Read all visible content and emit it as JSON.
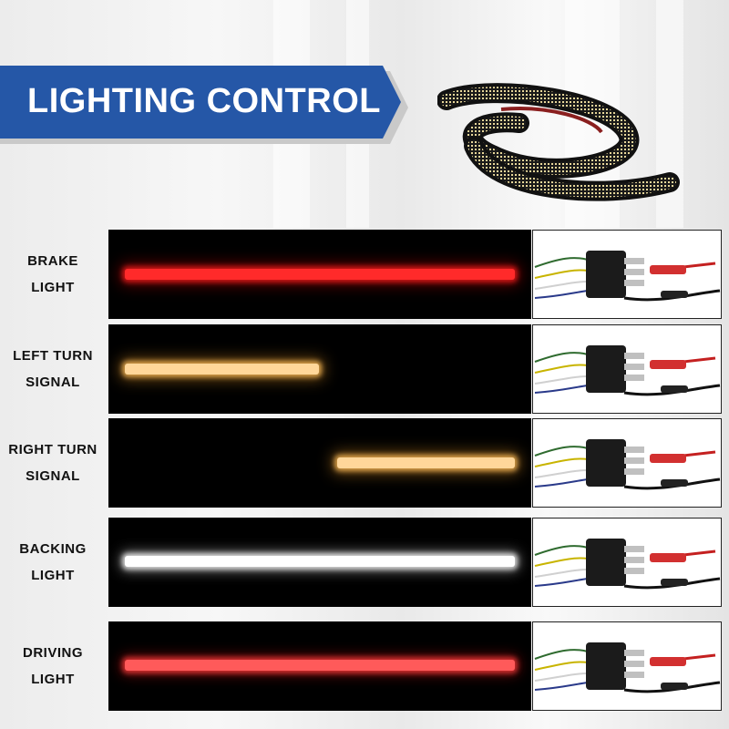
{
  "banner": {
    "title": "LIGHTING CONTROL"
  },
  "colors": {
    "banner": "#2557a7",
    "brake": "#ff2a2a",
    "turn": "#ffd79a",
    "backing": "#ffffff",
    "driving": "#ff5a5a"
  },
  "rows": [
    {
      "line1": "BRAKE",
      "line2": "LIGHT",
      "bar_color": "red",
      "bar_start_fraction": 0.0,
      "bar_end_fraction": 1.0
    },
    {
      "line1": "LEFT TURN",
      "line2": "SIGNAL",
      "bar_color": "amber",
      "bar_start_fraction": 0.0,
      "bar_end_fraction": 0.5
    },
    {
      "line1": "RIGHT TURN",
      "line2": "SIGNAL",
      "bar_color": "amber",
      "bar_start_fraction": 0.5,
      "bar_end_fraction": 1.0
    },
    {
      "line1": "BACKING",
      "line2": "LIGHT",
      "bar_color": "white",
      "bar_start_fraction": 0.0,
      "bar_end_fraction": 1.0
    },
    {
      "line1": "DRIVING",
      "line2": "LIGHT",
      "bar_color": "red",
      "bar_start_fraction": 0.0,
      "bar_end_fraction": 1.0
    }
  ]
}
